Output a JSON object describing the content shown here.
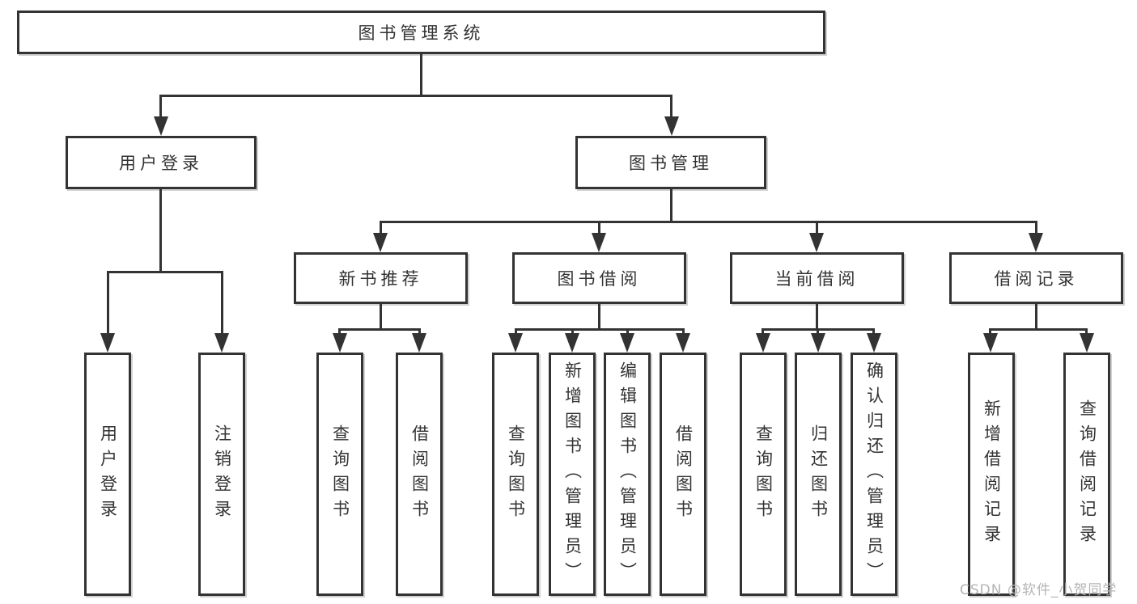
{
  "diagram": {
    "root": "图书管理系统",
    "children": [
      {
        "label": "用户登录",
        "children": [
          {
            "label": "用户登录"
          },
          {
            "label": "注销登录"
          }
        ]
      },
      {
        "label": "图书管理",
        "children": [
          {
            "label": "新书推荐",
            "children": [
              {
                "label": "查询图书"
              },
              {
                "label": "借阅图书"
              }
            ]
          },
          {
            "label": "图书借阅",
            "children": [
              {
                "label": "查询图书"
              },
              {
                "label": "新增图书（管理员）"
              },
              {
                "label": "编辑图书（管理员）"
              },
              {
                "label": "借阅图书"
              }
            ]
          },
          {
            "label": "当前借阅",
            "children": [
              {
                "label": "查询图书"
              },
              {
                "label": "归还图书"
              },
              {
                "label": "确认归还（管理员）"
              }
            ]
          },
          {
            "label": "借阅记录",
            "children": [
              {
                "label": "新增借阅记录"
              },
              {
                "label": "查询借阅记录"
              }
            ]
          }
        ]
      }
    ]
  },
  "watermark": "CSDN @软件_小贺同学",
  "colors": {
    "line": "#333333",
    "text": "#333333",
    "watermark": "#b4b4b4",
    "background": "#ffffff"
  }
}
